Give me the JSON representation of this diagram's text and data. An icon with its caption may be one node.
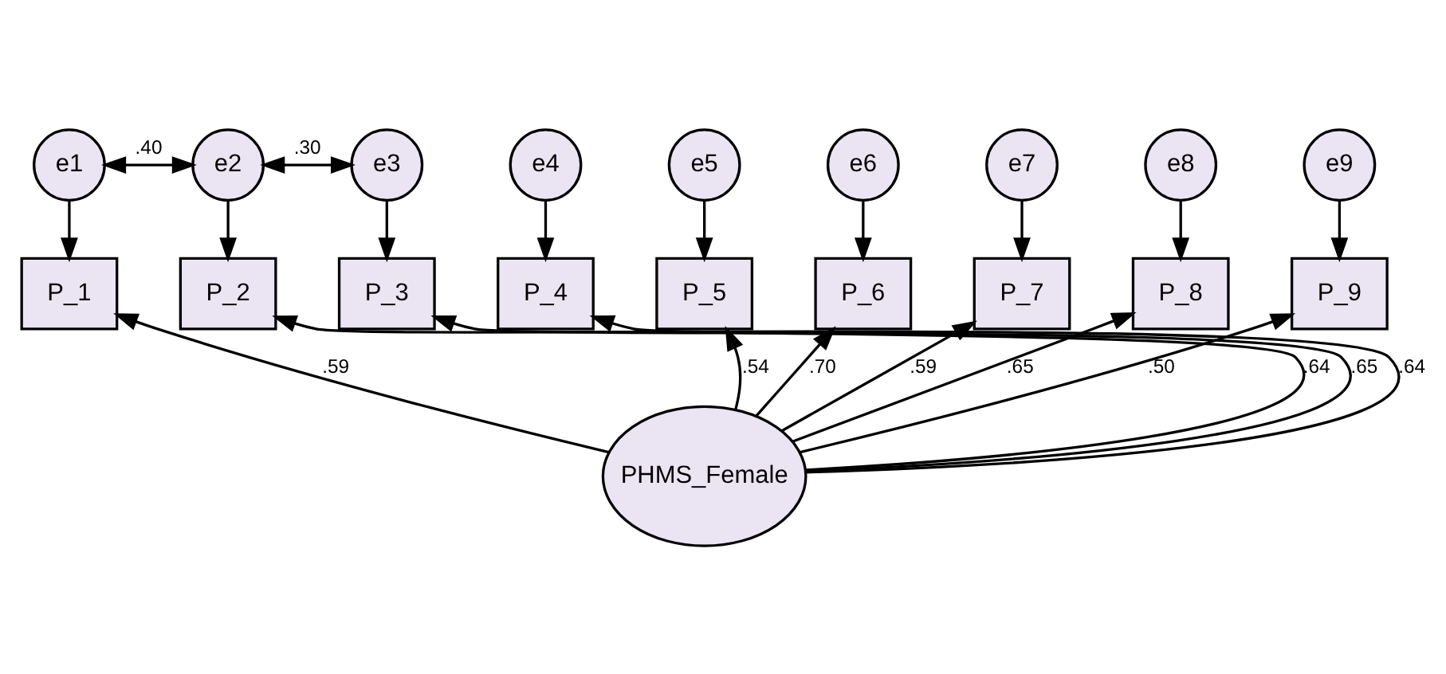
{
  "diagram": {
    "nodes": [
      {
        "text": [
          "e1"
        ]
      },
      {
        "text": [
          "e2"
        ]
      },
      {
        "text": [
          "e3"
        ]
      },
      {
        "text": [
          "e4"
        ]
      },
      {
        "text": [
          "e5"
        ]
      },
      {
        "text": [
          "e6"
        ]
      },
      {
        "text": [
          "e7"
        ]
      },
      {
        "text": [
          "e8"
        ]
      },
      {
        "text": [
          "e9"
        ]
      },
      {
        "text": [
          "P_1"
        ]
      },
      {
        "text": [
          "P_2"
        ]
      },
      {
        "text": [
          "P_3"
        ]
      },
      {
        "text": [
          "P_4"
        ]
      },
      {
        "text": [
          "P_5"
        ]
      },
      {
        "text": [
          "P_6"
        ]
      },
      {
        "text": [
          "P_7"
        ]
      },
      {
        "text": [
          "P_8"
        ]
      },
      {
        "text": [
          "P_9"
        ]
      },
      {
        "text": [
          "PHMS_Female"
        ]
      }
    ],
    "edges": [
      {
        "from": 0,
        "to": 1,
        "arrow": "both",
        "label": ".40"
      },
      {
        "from": 1,
        "to": 2,
        "arrow": "both",
        "label": ".30"
      },
      {
        "from": 0,
        "to": 9,
        "arrow": "to"
      },
      {
        "from": 1,
        "to": 10,
        "arrow": "to"
      },
      {
        "from": 2,
        "to": 11,
        "arrow": "to"
      },
      {
        "from": 3,
        "to": 12,
        "arrow": "to"
      },
      {
        "from": 4,
        "to": 13,
        "arrow": "to"
      },
      {
        "from": 5,
        "to": 14,
        "arrow": "to"
      },
      {
        "from": 6,
        "to": 15,
        "arrow": "to"
      },
      {
        "from": 7,
        "to": 16,
        "arrow": "to"
      },
      {
        "from": 8,
        "to": 17,
        "arrow": "to"
      },
      {
        "from": 18,
        "to": 9,
        "arrow": "to",
        "label": ".59"
      },
      {
        "from": 18,
        "to": 10,
        "arrow": "to",
        "label": ".64"
      },
      {
        "from": 18,
        "to": 11,
        "arrow": "to",
        "label": ".65"
      },
      {
        "from": 18,
        "to": 12,
        "arrow": "to",
        "label": ".64"
      },
      {
        "from": 18,
        "to": 13,
        "arrow": "to",
        "label": ".54"
      },
      {
        "from": 18,
        "to": 14,
        "arrow": "to",
        "label": ".70"
      },
      {
        "from": 18,
        "to": 15,
        "arrow": "to",
        "label": ".59"
      },
      {
        "from": 18,
        "to": 16,
        "arrow": "to",
        "label": ".65"
      },
      {
        "from": 18,
        "to": 17,
        "arrow": "to",
        "label": ".50"
      }
    ]
  }
}
